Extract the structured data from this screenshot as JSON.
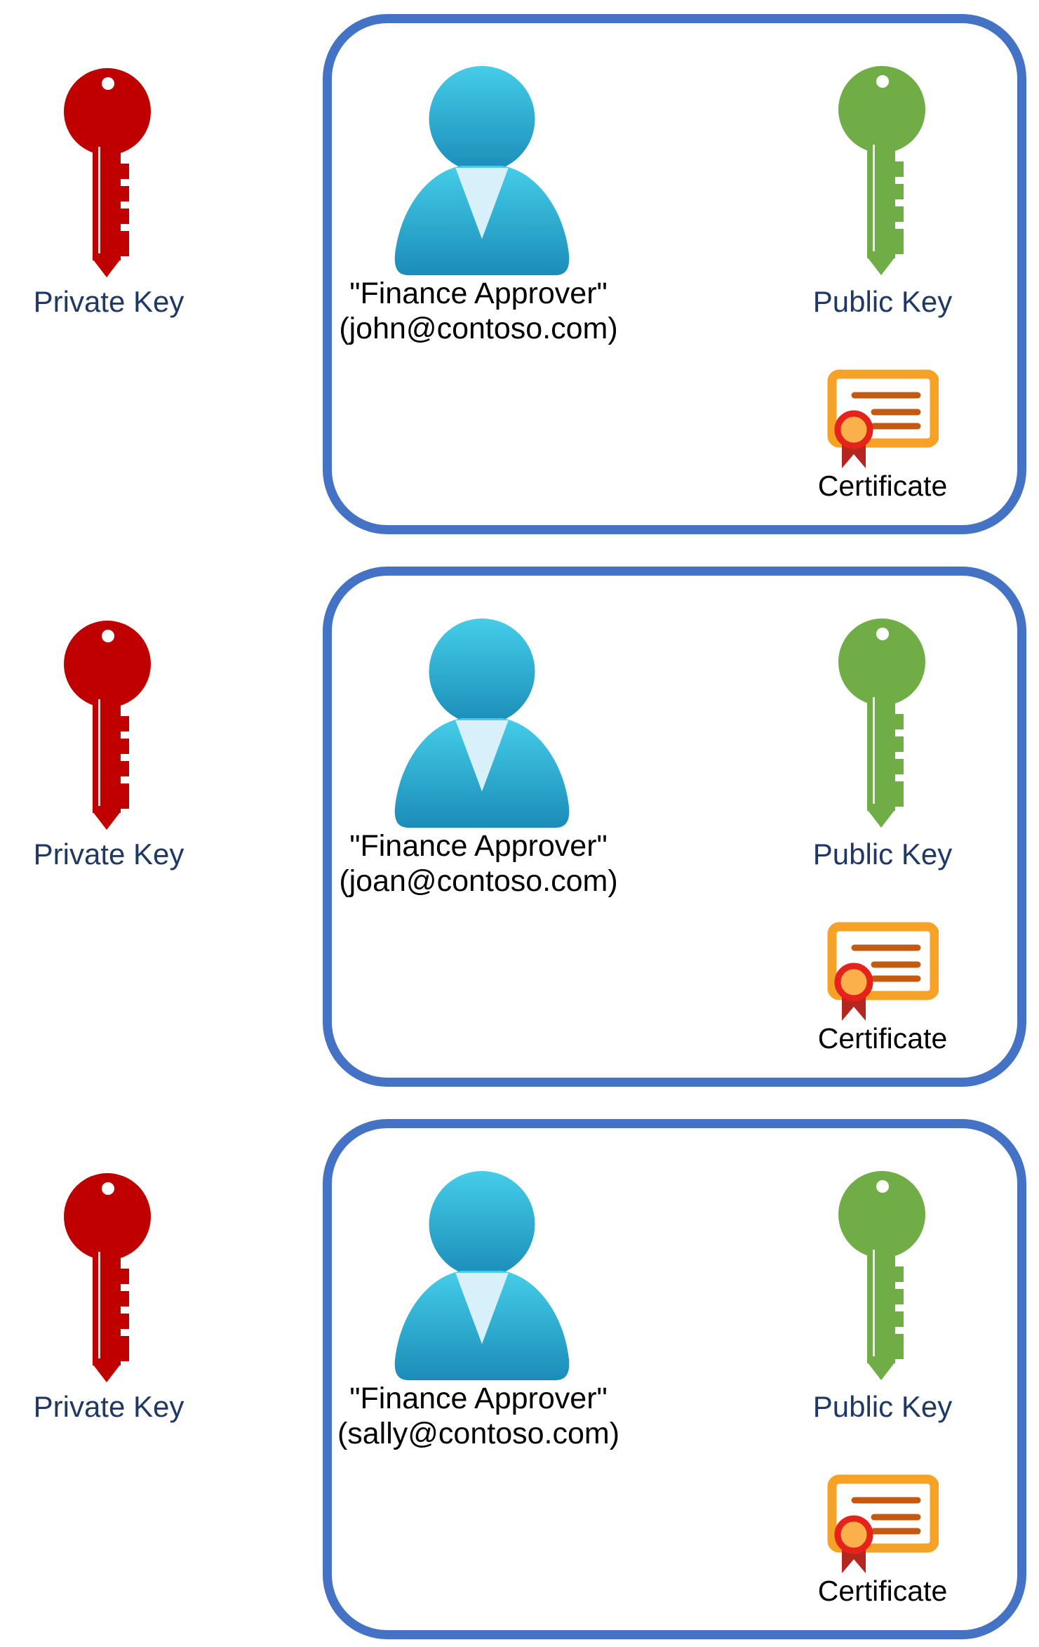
{
  "diagram": {
    "groups": [
      {
        "private_key_label": "Private Key",
        "person_name": "\"Finance Approver\"",
        "person_email": "(john@contoso.com)",
        "public_key_label": "Public Key",
        "certificate_label": "Certificate"
      },
      {
        "private_key_label": "Private Key",
        "person_name": "\"Finance Approver\"",
        "person_email": "(joan@contoso.com)",
        "public_key_label": "Public Key",
        "certificate_label": "Certificate"
      },
      {
        "private_key_label": "Private Key",
        "person_name": "\"Finance Approver\"",
        "person_email": "(sally@contoso.com)",
        "public_key_label": "Public Key",
        "certificate_label": "Certificate"
      }
    ],
    "colors": {
      "box_border": "#4472C4",
      "private_key": "#C00000",
      "public_key": "#70AD47",
      "label_text": "#1F3864",
      "person_gradient_top": "#45CDE9",
      "person_gradient_bottom": "#1B8CB8",
      "person_collar": "#D8F0FA",
      "certificate_frame": "#F5A227",
      "certificate_lines": "#C45911",
      "certificate_ribbon": "#B3271E",
      "certificate_seal_ring": "#E5231B",
      "certificate_seal_fill": "#FBB04C"
    }
  }
}
